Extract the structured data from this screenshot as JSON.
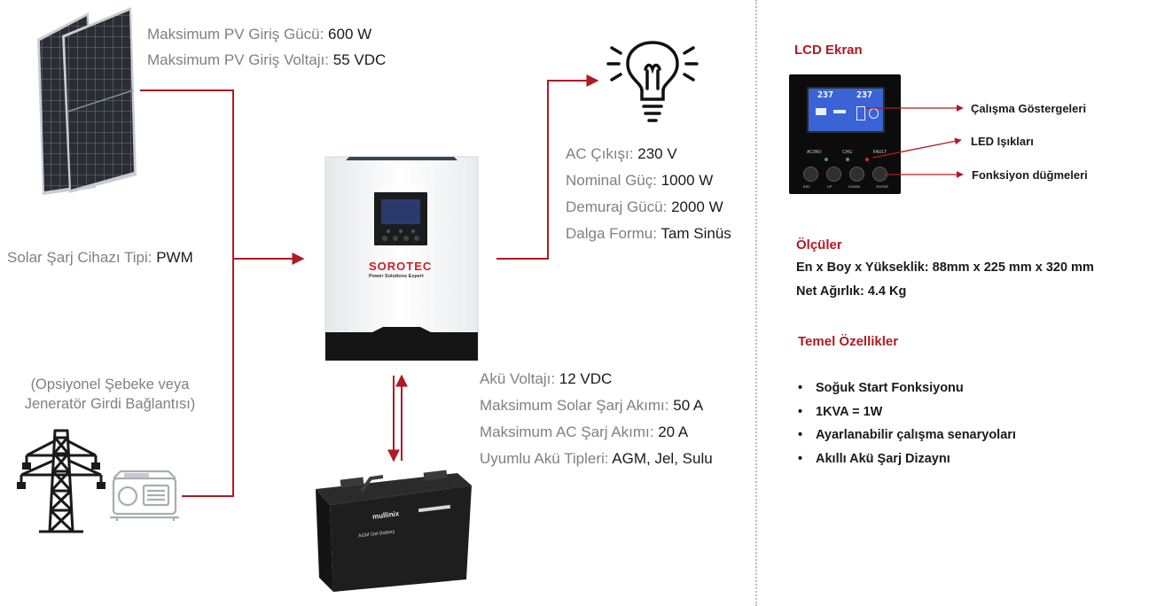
{
  "pv": {
    "items": [
      {
        "key": "Maksimum PV Giriş Gücü:",
        "value": "600 W"
      },
      {
        "key": "Maksimum PV Giriş Voltajı:",
        "value": "55 VDC"
      }
    ]
  },
  "solar_charger": {
    "key": "Solar Şarj Cihazı Tipi:",
    "value": "PWM"
  },
  "grid": {
    "line1": "(Opsiyonel Şebeke veya",
    "line2": "Jeneratör Girdi Bağlantısı)"
  },
  "ac_output": {
    "items": [
      {
        "key": "AC Çıkışı:",
        "value": "230 V"
      },
      {
        "key": "Nominal Güç:",
        "value": "1000 W"
      },
      {
        "key": "Demuraj Gücü:",
        "value": "2000 W"
      },
      {
        "key": "Dalga Formu:",
        "value": "Tam Sinüs"
      }
    ]
  },
  "battery": {
    "items": [
      {
        "key": "Akü Voltajı:",
        "value": "12 VDC"
      },
      {
        "key": "Maksimum Solar Şarj Akımı:",
        "value": "50 A"
      },
      {
        "key": "Maksimum AC Şarj Akımı:",
        "value": "20 A"
      },
      {
        "key": "Uyumlu Akü Tipleri:",
        "value": "AGM, Jel, Sulu"
      }
    ],
    "brand": "mullinix",
    "label": "AGM Gel Battery"
  },
  "inverter": {
    "brand": "SOROTEC",
    "tagline": "Power Solutions Expert"
  },
  "lcd": {
    "title": "LCD Ekran",
    "reading_left": "237",
    "reading_right": "237",
    "led_labels": [
      "AC/INV",
      "CHG",
      "FAULT"
    ],
    "button_labels": [
      "ESC",
      "UP",
      "DOWN",
      "ENTER"
    ],
    "callouts": [
      "Çalışma Göstergeleri",
      "LED Işıkları",
      "Fonksiyon düğmeleri"
    ]
  },
  "dimensions": {
    "title": "Ölçüler",
    "size": "En x Boy x Yükseklik: 88mm x 225 mm x 320 mm",
    "weight": "Net Ağırlık: 4.4 Kg"
  },
  "features": {
    "title": "Temel Özellikler",
    "items": [
      "Soğuk Start Fonksiyonu",
      "1KVA = 1W",
      "Ayarlanabilir çalışma senaryoları",
      "Akıllı Akü Şarj Dizaynı"
    ]
  },
  "colors": {
    "accent": "#b01a22",
    "label_gray": "#808080"
  }
}
